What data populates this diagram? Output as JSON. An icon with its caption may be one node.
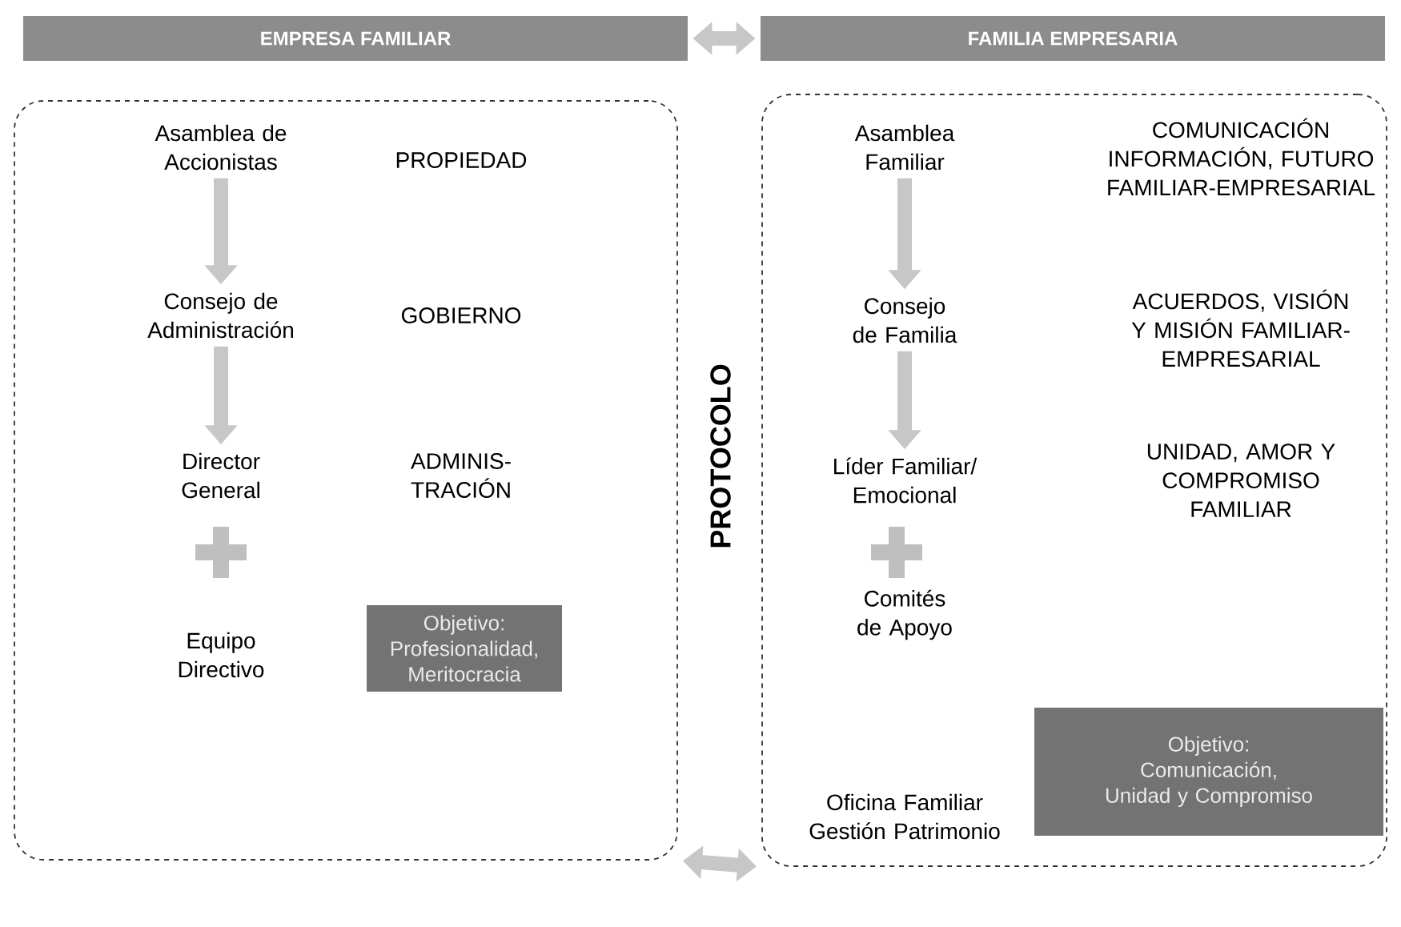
{
  "diagram": {
    "nodes": [
      {
        "text": [
          "EMPRESA FAMILIAR"
        ]
      },
      {
        "text": [
          "FAMILIA EMPRESARIA"
        ]
      },
      {
        "text": [],
        "shape": "box"
      },
      {
        "text": [],
        "shape": "box"
      },
      {
        "text": [
          "Asamblea de Accionistas"
        ],
        "in": 2
      },
      {
        "text": [
          "Consejo de Administración"
        ],
        "in": 2
      },
      {
        "text": [
          "Director General"
        ],
        "in": 2
      },
      {
        "text": [
          "Equipo Directivo"
        ],
        "in": 2
      },
      {
        "text": [
          "Objetivo: Profesionalidad, Meritocracia"
        ],
        "in": 2
      },
      {
        "text": [
          "Asamblea Familiar"
        ],
        "in": 3
      },
      {
        "text": [
          "Consejo de Familia"
        ],
        "in": 3
      },
      {
        "text": [
          "Líder Familiar/ Emocional"
        ],
        "in": 3
      },
      {
        "text": [
          "Comités de Apoyo"
        ],
        "in": 3
      },
      {
        "text": [
          "Oficina Familiar Gestión Patrimonio"
        ],
        "in": 3
      },
      {
        "text": [
          "Objetivo: Comunicación, Unidad y Compromiso"
        ],
        "in": 3
      }
    ],
    "edges": [
      {
        "from": 0,
        "to": 1,
        "arrow": "both"
      },
      {
        "from": 4,
        "to": 5,
        "arrow": "to"
      },
      {
        "from": 5,
        "to": 6,
        "arrow": "to"
      },
      {
        "from": 9,
        "to": 10,
        "arrow": "to"
      },
      {
        "from": 10,
        "to": 11,
        "arrow": "to"
      },
      {
        "from": 2,
        "to": 3,
        "arrow": "both"
      }
    ],
    "labels": [
      "PROPIEDAD",
      "GOBIERNO",
      "ADMINIS- TRACIÓN",
      "PROTOCOLO",
      "COMUNICACIÓN INFORMACIÓN, FUTURO FAMILIAR-EMPRESARIAL",
      "ACUERDOS, VISIÓN Y MISIÓN FAMILIAR- EMPRESARIAL",
      "UNIDAD, AMOR Y COMPROMISO FAMILIAR"
    ]
  }
}
